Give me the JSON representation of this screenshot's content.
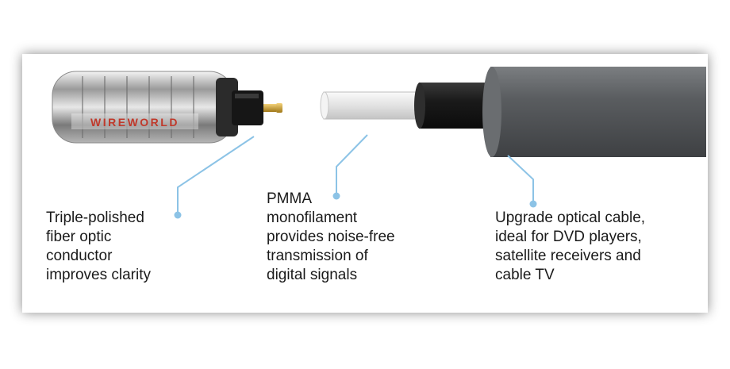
{
  "brand": {
    "logo": "WIREWORLD"
  },
  "annotations": [
    {
      "id": "conductor",
      "text": "Triple-polished\nfiber optic\nconductor\nimproves clarity"
    },
    {
      "id": "monofilament",
      "text": "PMMA\nmonofilament\nprovides noise-free\ntransmission of\ndigital signals"
    },
    {
      "id": "cable",
      "text": "Upgrade optical cable,\nideal for DVD players,\nsatellite receivers and\ncable TV"
    }
  ],
  "colors": {
    "callout": "#8cc3e6",
    "jacket": "#55585b",
    "logo_red": "#c0392b"
  }
}
